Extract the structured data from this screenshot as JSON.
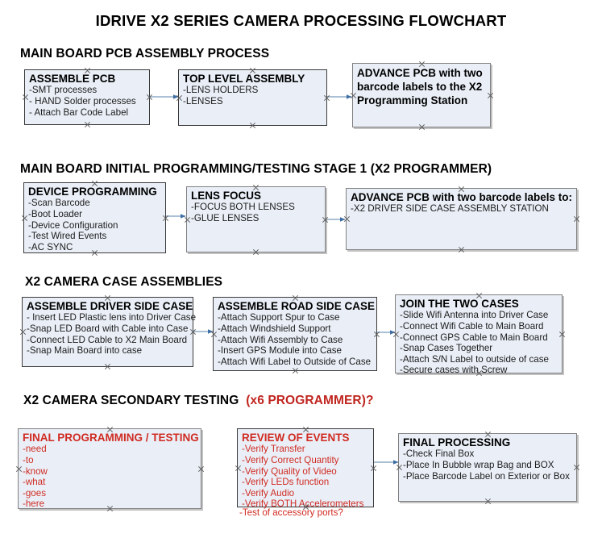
{
  "document": {
    "title": "IDRIVE X2  SERIES CAMERA PROCESSING FLOWCHART"
  },
  "sections": [
    {
      "id": "main-board-pcb-assembly",
      "heading": "MAIN BOARD PCB ASSEMBLY PROCESS",
      "heading_accent": ""
    },
    {
      "id": "main-board-initial-programming",
      "heading": "MAIN BOARD INITIAL PROGRAMMING/TESTING STAGE 1 (X2 PROGRAMMER)",
      "heading_accent": ""
    },
    {
      "id": "x2-camera-case-assemblies",
      "heading": "X2 CAMERA CASE ASSEMBLIES",
      "heading_accent": ""
    },
    {
      "id": "x2-camera-secondary-testing",
      "heading": "X2 CAMERA SECONDARY TESTING",
      "heading_accent": "(x6 PROGRAMMER)?"
    }
  ],
  "nodes": {
    "assemble_pcb": {
      "title": "ASSEMBLE PCB",
      "lines": [
        "-SMT processes",
        "- HAND Solder processes",
        "- Attach Bar Code Label"
      ]
    },
    "top_level_assembly": {
      "title": "TOP LEVEL ASSEMBLY",
      "lines": [
        "-LENS HOLDERS",
        "-LENSES"
      ]
    },
    "advance_pcb_station": {
      "title": "ADVANCE PCB with two barcode labels to the  X2 Programming Station",
      "lines": []
    },
    "device_programming": {
      "title": "DEVICE PROGRAMMING",
      "lines": [
        "-Scan Barcode",
        "-Boot Loader",
        "-Device Configuration",
        "-Test Wired Events",
        "-AC SYNC"
      ]
    },
    "lens_focus": {
      "title": "LENS FOCUS",
      "lines": [
        "-FOCUS BOTH LENSES",
        "-GLUE LENSES"
      ]
    },
    "advance_pcb_driver_case": {
      "title": "ADVANCE PCB with two barcode labels to:",
      "lines": [
        "-X2 DRIVER  SIDE  CASE  ASSEMBLY STATION"
      ]
    },
    "assemble_driver_side_case": {
      "title": "ASSEMBLE DRIVER SIDE CASE",
      "lines": [
        "- Insert LED Plastic lens into Driver Case",
        "-Snap LED Board with Cable into Case",
        "-Connect LED Cable to X2 Main Board",
        "-Snap Main Board into case"
      ]
    },
    "assemble_road_side_case": {
      "title": "ASSEMBLE ROAD SIDE CASE",
      "lines": [
        "-Attach Support Spur to Case",
        "-Attach Windshield Support",
        "-Attach Wifi Assembly to Case",
        "-Insert GPS Module into Case",
        "-Attach Wifi Label to Outside of Case"
      ]
    },
    "join_the_two_cases": {
      "title": "JOIN THE TWO CASES",
      "lines": [
        "-Slide Wifi Antenna into Driver Case",
        "-Connect Wifi Cable to Main Board",
        "-Connect GPS Cable to Main Board",
        "-Snap Cases Together",
        "-Attach S/N Label to outside of case",
        "-Secure cases with Screw"
      ]
    },
    "final_programming_testing": {
      "title": "FINAL PROGRAMMING / TESTING",
      "lines": [
        "-need",
        "-to",
        "-know",
        "-what",
        "-goes",
        "-here"
      ]
    },
    "review_of_events": {
      "title": "REVIEW OF EVENTS",
      "lines": [
        "-Verify Transfer",
        "-Verify Correct Quantity",
        "-Verify Quality of Video",
        "-Verify LEDs function",
        "-Verify Audio",
        "-Verify BOTH Accelerometers"
      ],
      "overflow_line": "-Test of accessory ports?"
    },
    "final_processing": {
      "title": "FINAL PROCESSING",
      "lines": [
        "-Check Final Box",
        "-Place In Bubble wrap Bag and BOX",
        "-Place Barcode Label on Exterior or Box"
      ]
    }
  },
  "colors": {
    "box_fill": "#eaeff7",
    "box_border": "#3a3a3a",
    "accent_red": "#d02b22",
    "arrow_line": "#9fb6cf",
    "arrow_head": "#3f6ea5",
    "text": "#000000"
  }
}
